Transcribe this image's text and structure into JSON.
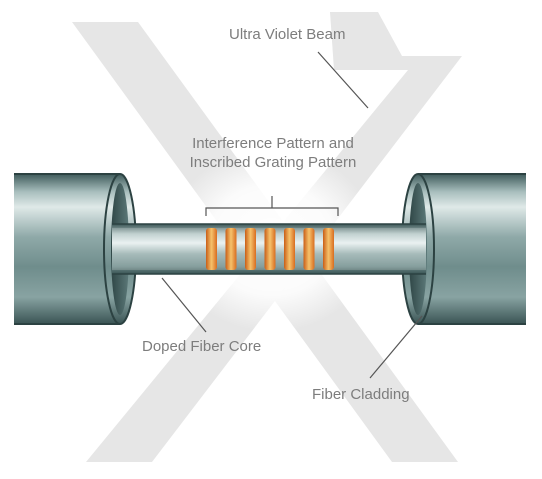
{
  "labels": {
    "uv_beam": "Ultra Violet Beam",
    "interference_line1": "Interference Pattern and",
    "interference_line2": "Inscribed Grating Pattern",
    "doped_core": "Doped Fiber Core",
    "cladding": "Fiber Cladding"
  },
  "colors": {
    "beam": "#e6e6e6",
    "fiber_dark": "#4f6e6e",
    "fiber_mid": "#8fa9a8",
    "fiber_light": "#d9e4e4",
    "grating_orange": "#e07b2a",
    "grating_light": "#f6c26b",
    "label_text": "#7d7d7d",
    "leader_line": "#555555"
  },
  "grating": {
    "band_count": 7
  }
}
